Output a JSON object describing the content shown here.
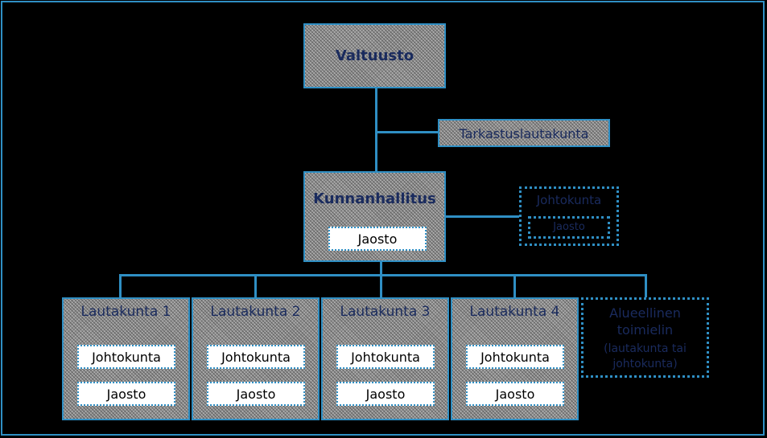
{
  "colors": {
    "accent": "#2f8fc4",
    "text_dark": "#1a2b5e",
    "background": "#000000"
  },
  "valtuusto": {
    "label": "Valtuusto"
  },
  "tarkastuslautakunta": {
    "label": "Tarkastuslautakunta"
  },
  "kunnanhallitus": {
    "label": "Kunnanhallitus",
    "jaosto": "Jaosto"
  },
  "johtokunta_side": {
    "label": "Johtokunta",
    "jaosto": "Jaosto"
  },
  "lautakunnat": [
    {
      "label": "Lautakunta 1",
      "johtokunta": "Johtokunta",
      "jaosto": "Jaosto"
    },
    {
      "label": "Lautakunta 2",
      "johtokunta": "Johtokunta",
      "jaosto": "Jaosto"
    },
    {
      "label": "Lautakunta 3",
      "johtokunta": "Johtokunta",
      "jaosto": "Jaosto"
    },
    {
      "label": "Lautakunta 4",
      "johtokunta": "Johtokunta",
      "jaosto": "Jaosto"
    }
  ],
  "alueellinen": {
    "line1": "Alueellinen",
    "line2": "toimielin",
    "line3": "(lautakunta tai",
    "line4": "johtokunta)"
  }
}
